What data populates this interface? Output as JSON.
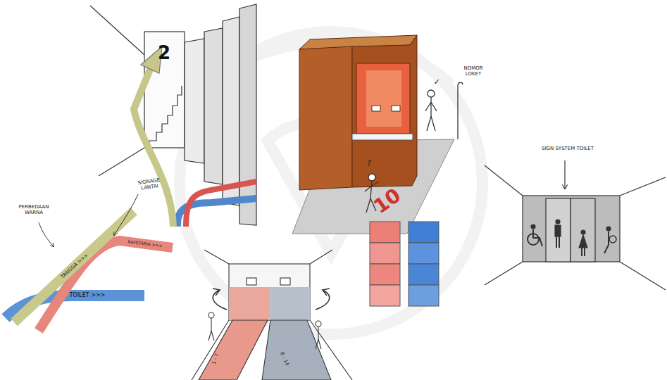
{
  "diagram": {
    "labels": [
      "2",
      "PERBEDAAN WARNA",
      "SIGNAGE LANTAI",
      "TANGGA >>>",
      "KAFETARIA >>>",
      "TOILET >>>",
      "NOMOR LOKET",
      "10",
      "?",
      "✓",
      "SIGN SYSTEM TOILET",
      "1 - 7",
      "8 - 14"
    ]
  }
}
